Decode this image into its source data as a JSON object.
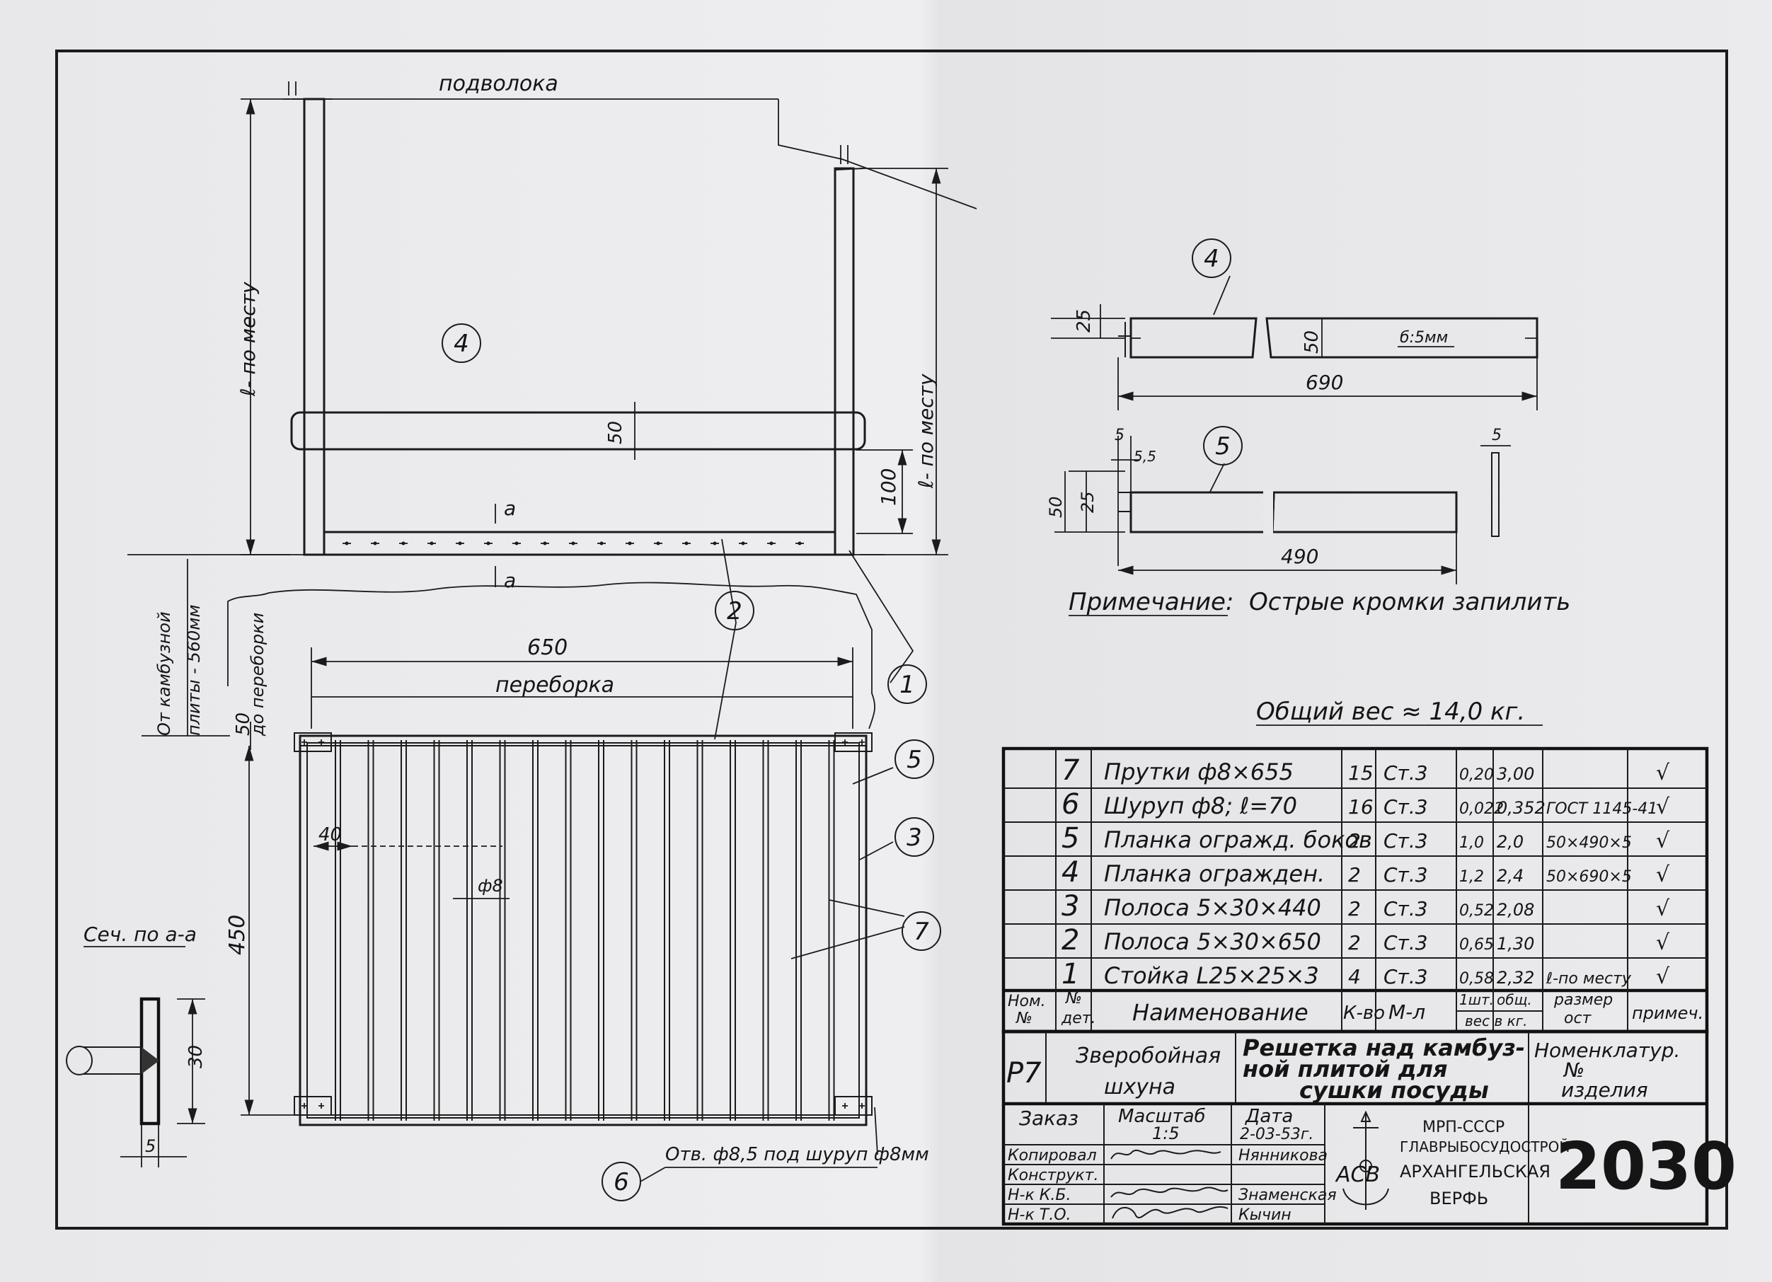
{
  "elevation": {
    "ceiling_label": "подволока",
    "height_label_left": "ℓ- по месту",
    "height_label_right": "ℓ- по месту",
    "dim_100": "100",
    "dim_50": "50",
    "section_mark": "a"
  },
  "plan": {
    "dim_650": "650",
    "bulkhead_label": "переборка",
    "from_stove_line1": "От камбузной",
    "from_stove_line2": "плиты - 560мм",
    "to_bulkhead": "до переборки",
    "dim_50": "50",
    "dim_40": "40",
    "rod_diameter": "ф8",
    "dim_450": "450",
    "hole_note": "Отв. ф8,5 под шуруп ф8мм"
  },
  "section": {
    "title": "Сеч. по а-а",
    "dim_30": "30",
    "dim_5": "5"
  },
  "detail4": {
    "height": "50",
    "thickness": "б:5мм",
    "slot": "25",
    "length": "690"
  },
  "detail5": {
    "thickness": "5",
    "slot_width": "5,5",
    "slot": "25",
    "height": "50",
    "length": "490",
    "side_thickness": "5"
  },
  "note": {
    "label": "Примечание:",
    "text": "Острые кромки запилить"
  },
  "total_weight": "Общий вес ≈ 14,0 кг.",
  "balloons": [
    "1",
    "2",
    "3",
    "4",
    "4",
    "5",
    "5",
    "6",
    "7"
  ],
  "bom": {
    "rows": [
      {
        "no": "7",
        "name": "Прутки ф8×655",
        "qty": "15",
        "material": "Ст.3",
        "unit": "0,20",
        "total": "3,00",
        "size": "",
        "check": "√"
      },
      {
        "no": "6",
        "name": "Шуруп ф8; ℓ=70",
        "qty": "16",
        "material": "Ст.3",
        "unit": "0,022",
        "total": "0,352",
        "size": "ГОСТ 1145-41",
        "check": "√"
      },
      {
        "no": "5",
        "name": "Планка огражд. боков",
        "qty": "2",
        "material": "Ст.3",
        "unit": "1,0",
        "total": "2,0",
        "size": "50×490×5",
        "check": "√"
      },
      {
        "no": "4",
        "name": "Планка огражден.",
        "qty": "2",
        "material": "Ст.3",
        "unit": "1,2",
        "total": "2,4",
        "size": "50×690×5",
        "check": "√"
      },
      {
        "no": "3",
        "name": "Полоса 5×30×440",
        "qty": "2",
        "material": "Ст.3",
        "unit": "0,52",
        "total": "2,08",
        "size": "",
        "check": "√"
      },
      {
        "no": "2",
        "name": "Полоса 5×30×650",
        "qty": "2",
        "material": "Ст.3",
        "unit": "0,65",
        "total": "1,30",
        "size": "",
        "check": "√"
      },
      {
        "no": "1",
        "name": "Стойка L25×25×3",
        "qty": "4",
        "material": "Ст.3",
        "unit": "0,58",
        "total": "2,32",
        "size": "ℓ-по месту",
        "check": "√"
      }
    ],
    "headers": {
      "item_no_1": "Ном.",
      "item_no_2": "№",
      "part_no_1": "№",
      "part_no_2": "дет.",
      "name": "Наименование",
      "qty": "К-во",
      "material": "М-л",
      "unit_weight": "1шт.",
      "total": "общ.",
      "weight_kg": "вес в кг.",
      "size_1": "размер",
      "size_2": "ост",
      "remarks": "примеч."
    }
  },
  "title_block": {
    "code": "Р7",
    "vessel_line1": "Зверобойная",
    "vessel_line2": "шхуна",
    "title_line1": "Решетка над камбуз-",
    "title_line2": "ной плитой для",
    "title_line3": "сушки посуды",
    "nomenclature_1": "Номенклатур.",
    "nomenclature_2": "№",
    "nomenclature_3": "изделия",
    "order": "Заказ",
    "scale_label": "Масштаб",
    "scale_value": "1:5",
    "date_label": "Дата",
    "date_value": "2-03-53г.",
    "signoffs": [
      {
        "role": "Копировал",
        "name": "Нянникова"
      },
      {
        "role": "Конструкт.",
        "name": ""
      },
      {
        "role": "Н-к К.Б.",
        "name": "Знаменская"
      },
      {
        "role": "Н-к Т.О.",
        "name": "Кычин"
      }
    ],
    "logo_letters": "АСВ",
    "org_line1": "МРП-СССР",
    "org_line2": "ГЛАВРЫБОСУДОСТРОЙ",
    "org_line3": "АРХАНГЕЛЬСКАЯ",
    "org_line4": "ВЕРФЬ",
    "drawing_number": "2030"
  }
}
